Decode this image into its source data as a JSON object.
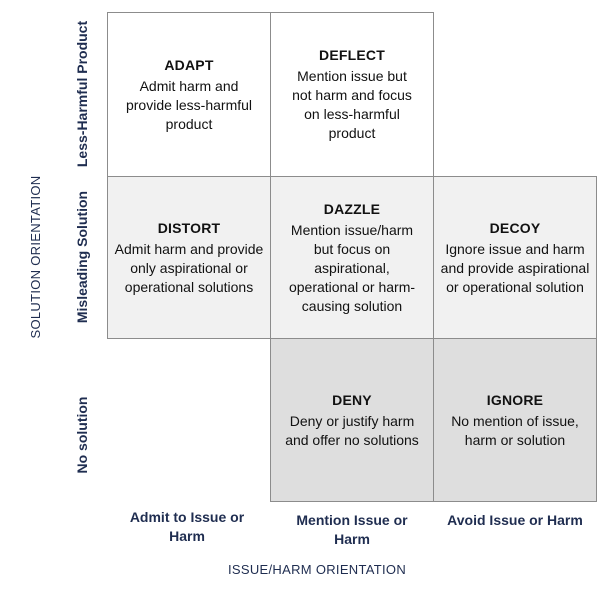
{
  "axes": {
    "x_title": "ISSUE/HARM ORIENTATION",
    "y_title": "SOLUTION ORIENTATION"
  },
  "rows": [
    {
      "label": "Less-Harmful Product"
    },
    {
      "label": "Misleading Solution"
    },
    {
      "label": "No solution"
    }
  ],
  "columns": [
    {
      "label": "Admit to Issue or Harm"
    },
    {
      "label": "Mention Issue or Harm"
    },
    {
      "label": "Avoid Issue or Harm"
    }
  ],
  "cells": {
    "adapt": {
      "title": "ADAPT",
      "desc": "Admit harm and provide less-harmful product"
    },
    "deflect": {
      "title": "DEFLECT",
      "desc": "Mention issue but not harm and focus on less-harmful product"
    },
    "distort": {
      "title": "DISTORT",
      "desc": "Admit harm and provide only aspirational or operational solutions"
    },
    "dazzle": {
      "title": "DAZZLE",
      "desc": "Mention issue/harm but focus on aspirational, operational or harm-causing solution"
    },
    "decoy": {
      "title": "DECOY",
      "desc": "Ignore issue and harm and provide aspirational or operational solution"
    },
    "deny": {
      "title": "DENY",
      "desc": "Deny or justify harm and offer no solutions"
    },
    "ignore": {
      "title": "IGNORE",
      "desc": "No mention of issue, harm or solution"
    }
  }
}
